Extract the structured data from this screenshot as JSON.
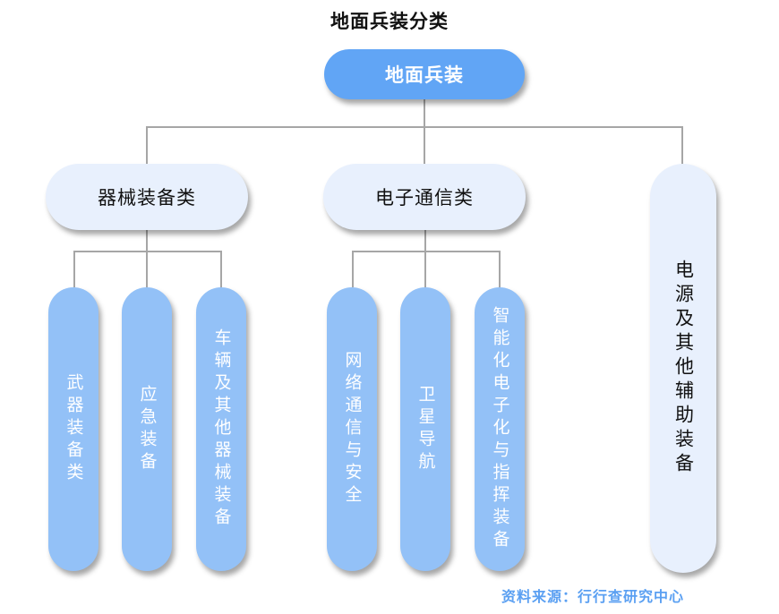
{
  "title": "地面兵装分类",
  "root": {
    "label": "地面兵装",
    "color": "#61a5f5"
  },
  "categories": [
    {
      "label": "器械装备类",
      "children": [
        "武器装备类",
        "应急装备",
        "车辆及其他器械装备"
      ]
    },
    {
      "label": "电子通信类",
      "children": [
        "网络通信与安全",
        "卫星导航",
        "智能化电子化与指挥装备"
      ]
    },
    {
      "label": "电源及其他辅助装备",
      "children": []
    }
  ],
  "colors": {
    "category_fill": "#e8f0fd",
    "leaf_fill": "#93c1f7",
    "connector": "#a6a6a6",
    "source_text": "#5ba0f2"
  },
  "source": "资料来源：行行查研究中心"
}
